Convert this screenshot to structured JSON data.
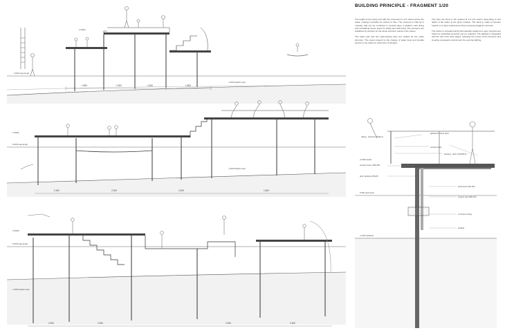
{
  "heading": "BUILDING PRINCIPLE - FRAGMENT 1/20",
  "text": {
    "col1": [
      "The height of the upper part with the connection is 2.5 metres above the water, making it possible for visitors to dive. The structure is built up in modules that can be combined in several ways; a platform with diving and sunbathing areas, steps for sitting and swimming. The pontoons are stabilized by anchors so the whole structure reacts to the waves.",
      "The basic grid and the load-bearing piles are unified for the entire structure. The steps respond to the change of water level and provide access to the water for swimmers of all ages."
    ],
    "col2": [
      "The piles are fixed in the seabed at 1.5–2.5 metres depending on the depth of the water at the given location. The deck is made of wooden boards on a steel substructure that is protected against corrosion.",
      "The timber is untreated larch that naturally weathers to grey; all joints are bolted so individual elements can be replaced. The lighting is integrated with the rail of the deck edges, following the curves of the structure and creating a pleasant environment for evening bathing."
    ]
  },
  "dims": {
    "s1": [
      "1.800",
      "2.300",
      "2.300",
      "1.800"
    ],
    "s2": [
      "2.300",
      "2.300",
      "2.300",
      "1.800"
    ],
    "s3": [
      "2.300",
      "2.300",
      "2.300",
      "2.300"
    ]
  },
  "levels": {
    "s1": [
      "1.500m",
      "0.000 (sea level)",
      "-2.000 (depth sea)"
    ],
    "s2": [
      "1.500m",
      "0.000 (sea level)",
      "-2.000 (depth sea)"
    ],
    "s3": [
      "1.000m",
      "0.000 (sea level)",
      "-2.000 (depth sea)"
    ],
    "detail": [
      "+0.900 (deck)",
      "0.000 (sea level)",
      "-2.000 (seabed)"
    ]
  },
  "detail_labels": [
    "railing - steel bar 60x8mm",
    "galvanized steel piers",
    "outdoor lamp",
    "decking - larch 145x28mm",
    "wooden beam 150x150",
    "larch decking 145x28",
    "steel beam IPE 160",
    "support pile HEB 160",
    "concrete footing",
    "seabed"
  ],
  "colors": {
    "line": "#222222",
    "fill": "#f4f4f4",
    "water": "#cfcfcf"
  }
}
